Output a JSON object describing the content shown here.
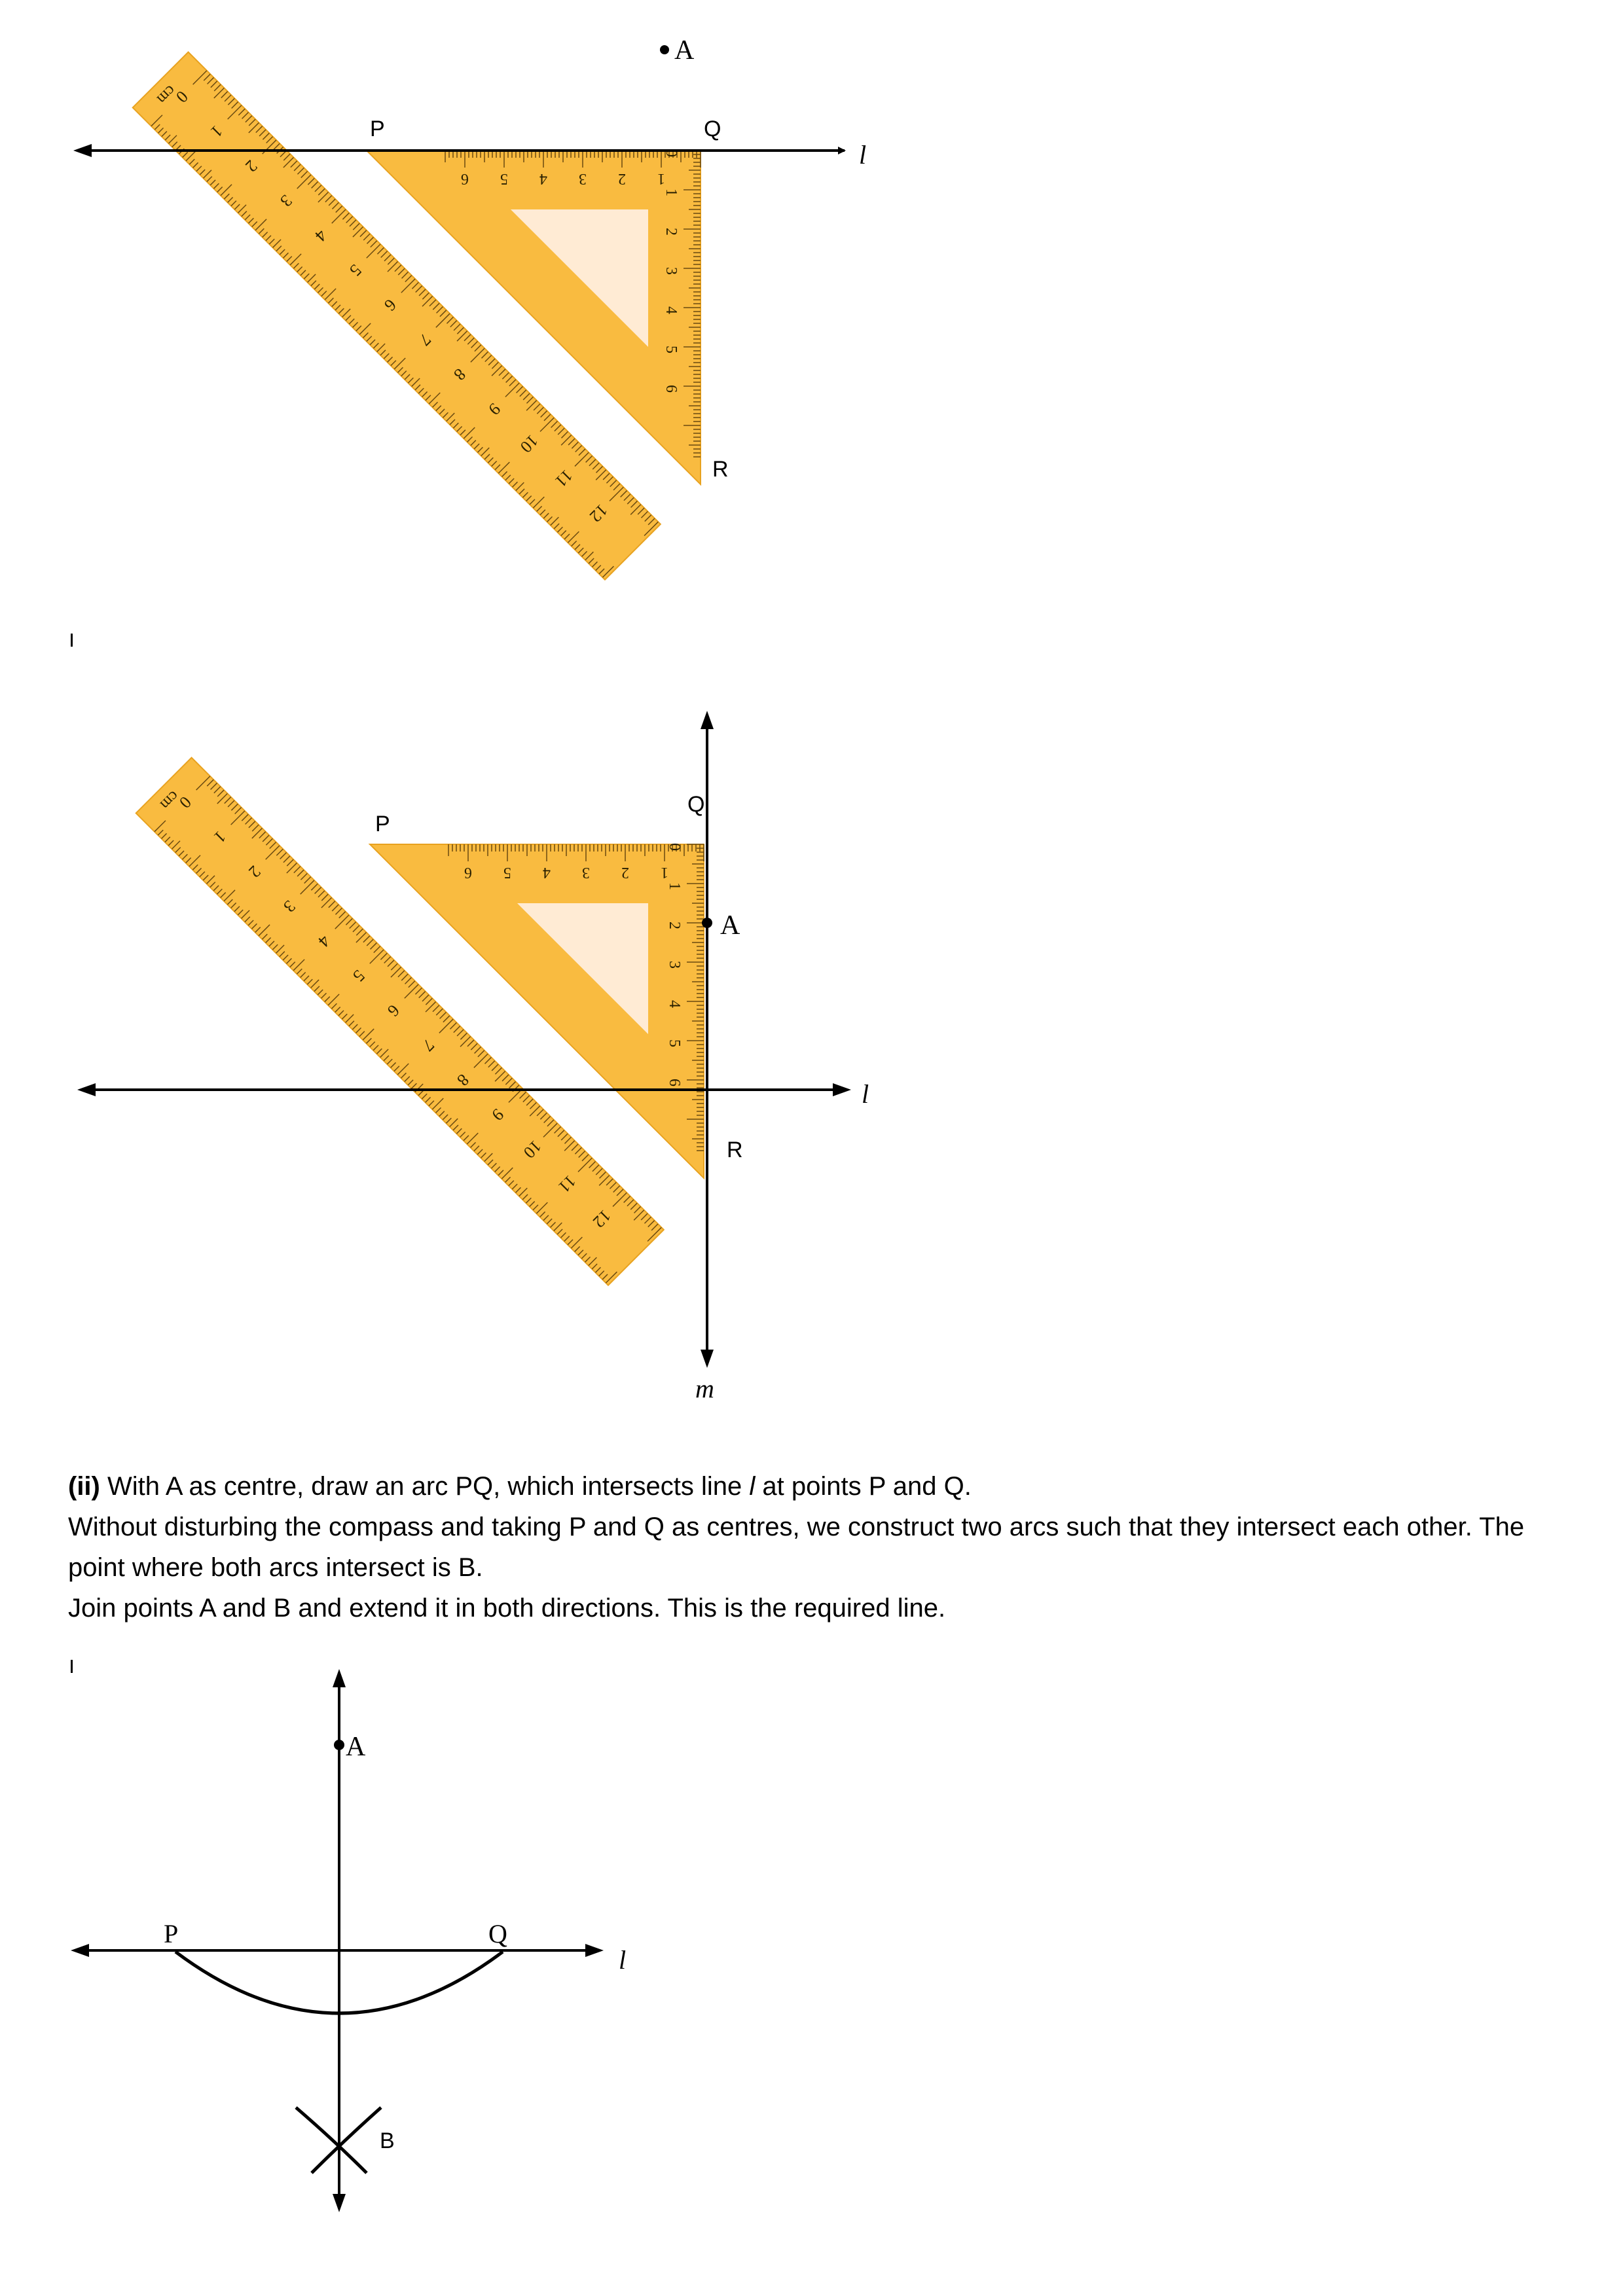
{
  "figure1": {
    "labels": {
      "point_a": "A",
      "p": "P",
      "q": "Q",
      "r": "R",
      "line": "l"
    },
    "ruler_unit": "cm",
    "ruler_ticks": [
      "0",
      "1",
      "2",
      "3",
      "4",
      "5",
      "6",
      "7",
      "8",
      "9",
      "10",
      "11",
      "12"
    ],
    "square_ticks_top": [
      "6",
      "5",
      "4",
      "3",
      "2",
      "1"
    ],
    "square_ticks_side": [
      "0",
      "1",
      "2",
      "3",
      "4",
      "5",
      "6"
    ]
  },
  "figure2": {
    "labels": {
      "point_a": "A",
      "p": "P",
      "q": "Q",
      "r": "R",
      "line_l": "l",
      "line_m": "m"
    },
    "ruler_unit": "cm",
    "ruler_ticks": [
      "0",
      "1",
      "2",
      "3",
      "4",
      "5",
      "6",
      "7",
      "8",
      "9",
      "10",
      "11",
      "12"
    ],
    "square_ticks_top": [
      "6",
      "5",
      "4",
      "3",
      "2",
      "1"
    ],
    "square_ticks_side": [
      "0",
      "1",
      "2",
      "3",
      "4",
      "5",
      "6"
    ]
  },
  "text": {
    "step_label": "(ii)",
    "line1": " With A as centre, draw an arc PQ, which intersects line ",
    "line1_italic": "l",
    "line1_end": " at points P and Q.",
    "line2": "Without disturbing the compass and taking P and Q as centres, we construct two arcs such that they intersect each other. The point where both arcs intersect  is B.",
    "line3": "Join points A and B and extend it in both directions. This is the required line."
  },
  "figure3": {
    "labels": {
      "point_a": "A",
      "p": "P",
      "q": "Q",
      "b": "B",
      "line": "l"
    }
  },
  "colors": {
    "ruler": "#F9BB40",
    "ruler_edge": "#E8A21F",
    "window": "#FFEBD4",
    "ink": "#000000"
  }
}
